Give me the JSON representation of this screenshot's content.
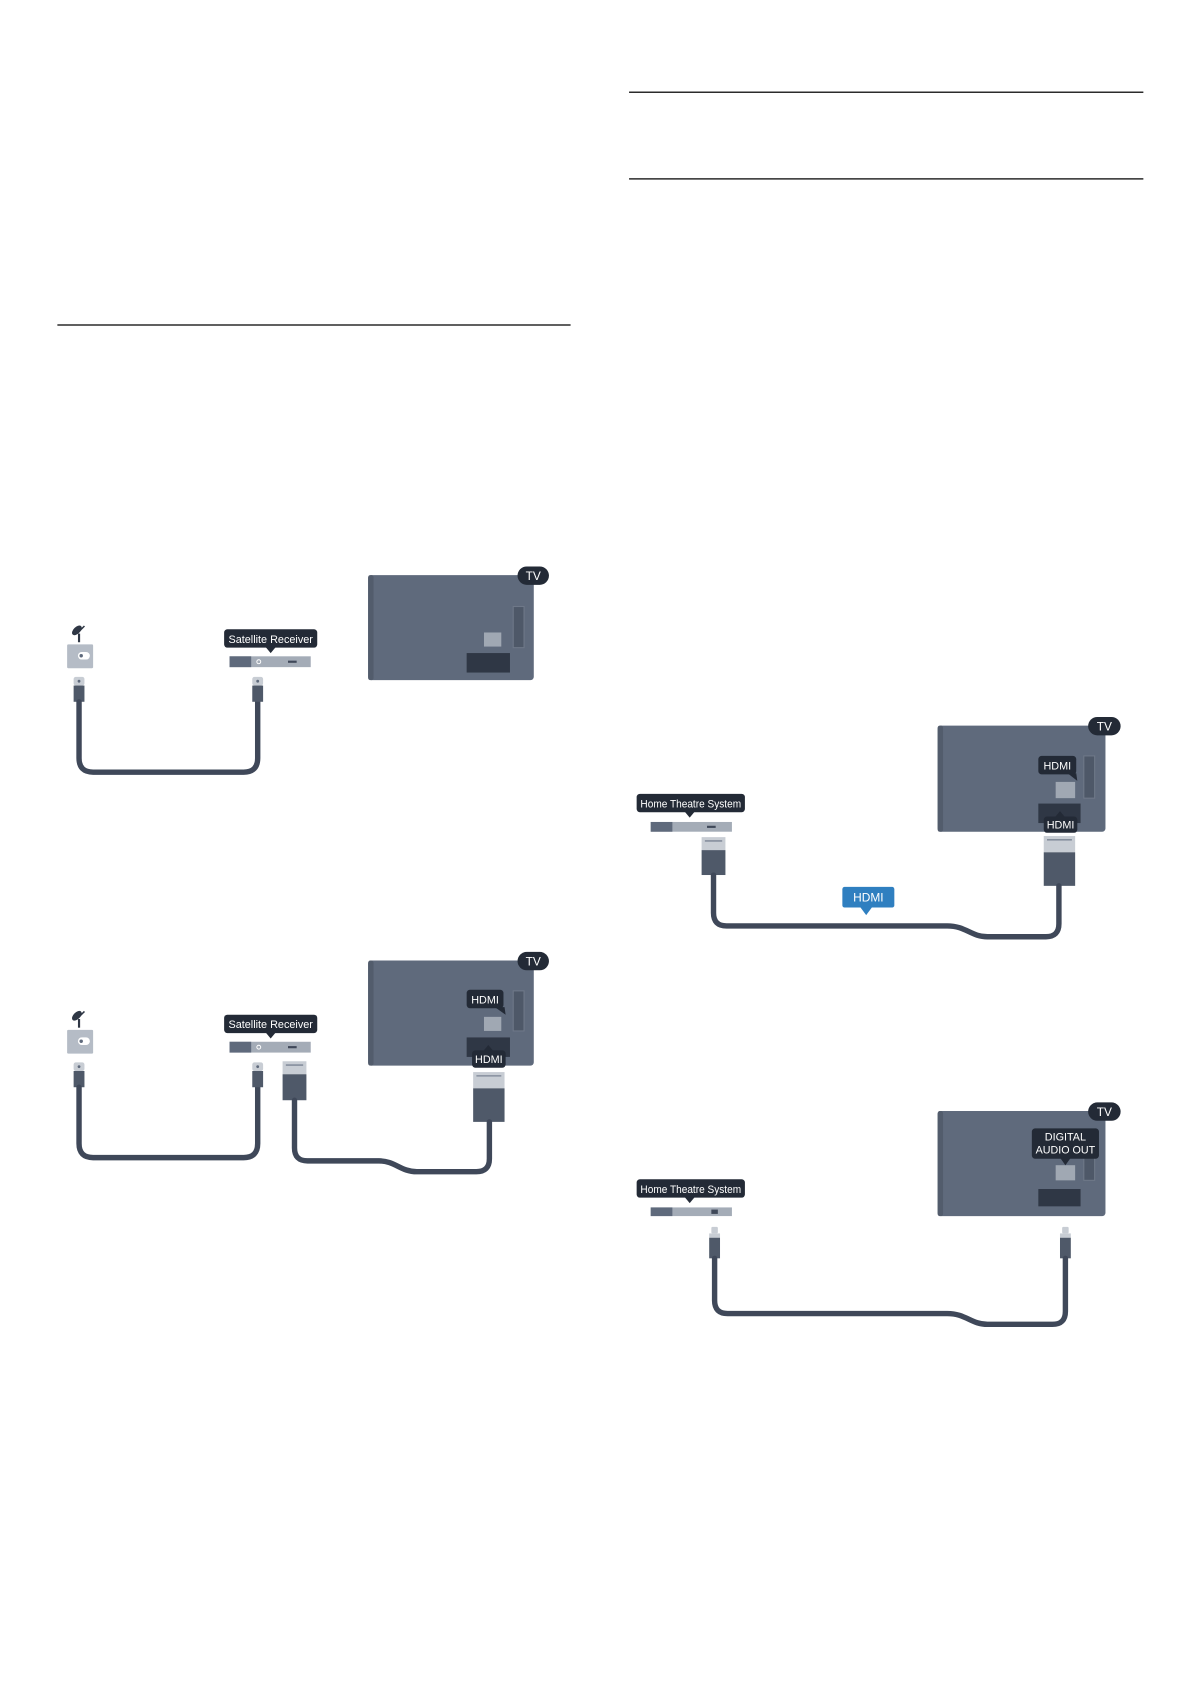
{
  "colors": {
    "tv_body": "#5f6a7c",
    "label_background": "#232a36",
    "cable": "#3f4859",
    "hdmi_cable_label": "#2f7fc0",
    "rule": "#2b2b2b"
  },
  "icons": {
    "antenna_socket": "satellite-dish-icon"
  },
  "diagrams": [
    {
      "tv_badge": "TV",
      "device_label": "Satellite Receiver"
    },
    {
      "tv_badge": "TV",
      "device_label": "Satellite Receiver",
      "tv_port_label": "HDMI",
      "tv_connector_label": "HDMI"
    },
    {
      "tv_badge": "TV",
      "device_label": "Home Theatre System",
      "tv_port_label": "HDMI",
      "tv_connector_label": "HDMI",
      "cable_label": "HDMI"
    },
    {
      "tv_badge": "TV",
      "device_label": "Home Theatre System",
      "tv_port_label": [
        "DIGITAL",
        "AUDIO OUT"
      ]
    }
  ]
}
